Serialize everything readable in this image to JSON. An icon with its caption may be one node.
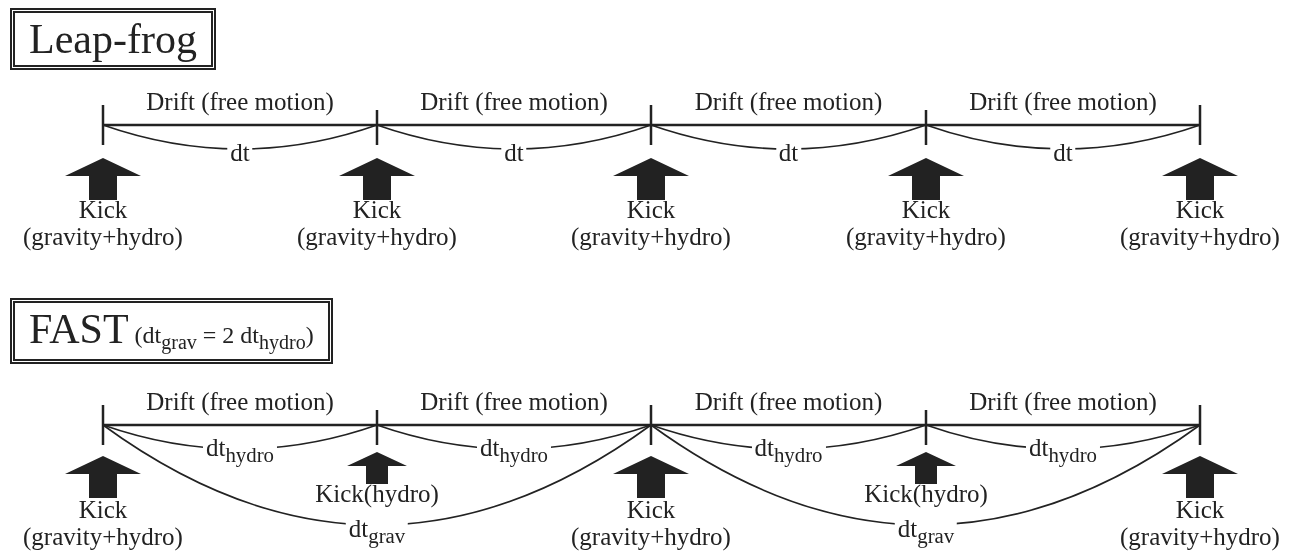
{
  "diagram": {
    "nodes": [
      {
        "text": [
          "Leap-frog"
        ]
      },
      {
        "text": [
          "FAST",
          "(dt$_{grav}$ = 2 dt$_{hydro}$)"
        ]
      }
    ],
    "labels": [
      "Drift (free motion)",
      "Drift (free motion)",
      "Drift (free motion)",
      "Drift (free motion)",
      "dt",
      "dt",
      "dt",
      "dt",
      "Kick (gravity+hydro)",
      "Kick (gravity+hydro)",
      "Kick (gravity+hydro)",
      "Kick (gravity+hydro)",
      "Kick (gravity+hydro)",
      "Drift (free motion)",
      "Drift (free motion)",
      "Drift (free motion)",
      "Drift (free motion)",
      "dt$_{hydro}$",
      "dt$_{hydro}$",
      "dt$_{hydro}$",
      "dt$_{hydro}$",
      "Kick (gravity+hydro)",
      "Kick(hydro)",
      "Kick (gravity+hydro)",
      "Kick(hydro)",
      "Kick (gravity+hydro)",
      "dt$_{grav}$",
      "dt$_{grav}$"
    ]
  }
}
